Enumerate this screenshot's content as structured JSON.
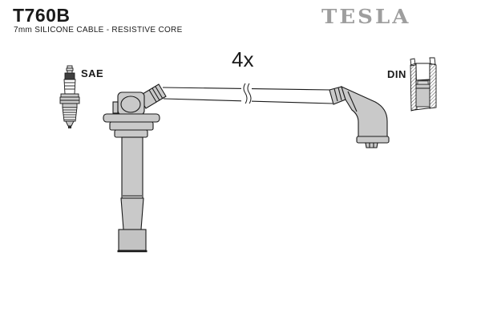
{
  "page": {
    "part_number": "T760B",
    "subtitle": "7mm SILICONE CABLE - RESISTIVE CORE",
    "brand": "TESLA"
  },
  "diagram": {
    "quantity_label": "4x",
    "labels": {
      "sae": "SAE",
      "din": "DIN"
    },
    "icons": [
      "spark-plug-icon",
      "coil-on-plug-boot-drawing",
      "ignition-cable-drawing",
      "cable-break-symbol",
      "angled-plug-boot-drawing",
      "din-terminal-cross-section-icon"
    ],
    "colors": {
      "background": "#ffffff",
      "outline": "#1a1a1a",
      "part_fill": "#c9c9c9",
      "logo_gray": "#9e9e9e",
      "plug_band_dark": "#3f3f3f"
    }
  }
}
